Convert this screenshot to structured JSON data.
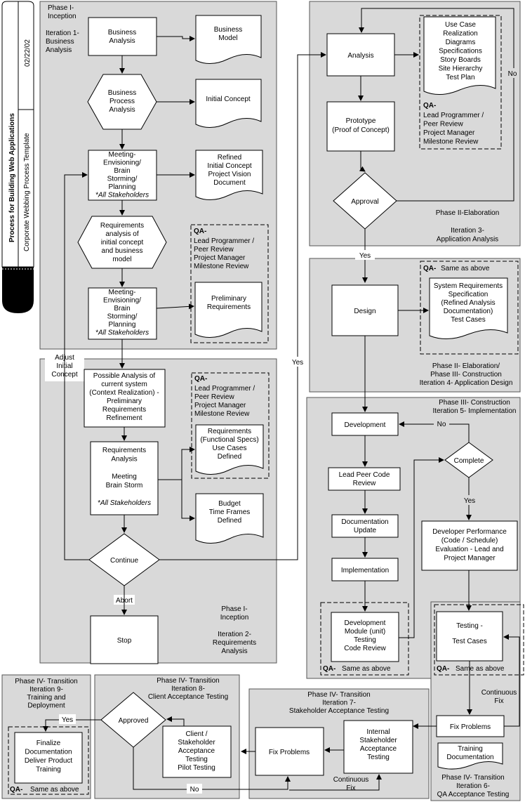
{
  "sidebar": {
    "title": "Process for Building Web Applications",
    "date": "02/22/02",
    "subtitle": "Corporate Webbing Process Template"
  },
  "phase1a": {
    "header": [
      "Phase I-",
      "Inception"
    ],
    "iteration": [
      "Iteration 1-",
      "Business",
      "Analysis"
    ],
    "business_analysis": [
      "Business",
      "Analysis"
    ],
    "business_model": [
      "Business",
      "Model"
    ],
    "business_process_analysis": [
      "Business",
      "Process",
      "Analysis"
    ],
    "initial_concept": "Initial Concept",
    "meeting1": [
      "Meeting-",
      "Envisioning/",
      "Brain",
      "Storming/",
      "Planning",
      "*All Stakeholders"
    ],
    "refined_doc": [
      "Refined",
      "Initial Concept",
      "Project Vision",
      "Document"
    ],
    "requirements_analysis": [
      "Requirements",
      "analysis of",
      "initial concept",
      "and business",
      "model"
    ],
    "qa_title": "QA-",
    "qa_lines": [
      "Lead Programmer /",
      "Peer Review",
      "Project  Manager",
      "Milestone Review"
    ],
    "meeting2": [
      "Meeting-",
      "Envisioning/",
      "Brain",
      "Storming/",
      "Planning",
      "*All Stakeholders"
    ],
    "preliminary_requirements": [
      "Preliminary",
      "Requirements"
    ]
  },
  "phase1b": {
    "adjust": [
      "Adjust",
      "Initial",
      "Concept"
    ],
    "possible_analysis": [
      "Possible Analysis of",
      "current system",
      "(Context Realization) -",
      "Preliminary",
      "Requirements",
      "Refinement"
    ],
    "qa_title": "QA-",
    "qa_lines": [
      "Lead Programmer /",
      "Peer Review",
      "Project  Manager",
      "Milestone Review"
    ],
    "requirements_doc": [
      "Requirements",
      "(Functional Specs)",
      "Use Cases",
      "Defined"
    ],
    "req_analysis_meeting": [
      "Requirements",
      "Analysis",
      "",
      "Meeting",
      "Brain Storm",
      "",
      "*All Stakeholders"
    ],
    "budget": [
      "Budget",
      "Time Frames",
      "Defined"
    ],
    "continue": "Continue",
    "abort": "Abort",
    "stop": "Stop",
    "footer": [
      "Phase I-",
      "Inception",
      "",
      "Iteration 2-",
      "Requirements",
      "Analysis"
    ]
  },
  "phase2": {
    "analysis": "Analysis",
    "usecase_doc": [
      "Use Case",
      "Realization",
      "Diagrams",
      "Specifications",
      "Story Boards",
      "Site Hierarchy",
      "Test Plan"
    ],
    "no": "No",
    "prototype": [
      "Prototype",
      "(Proof of Concept)"
    ],
    "qa_title": "QA-",
    "qa_lines": [
      "Lead Programmer /",
      "Peer Review",
      "Project Manager",
      "Milestone Review"
    ],
    "approval": "Approval",
    "footer": [
      "Phase II-Elaboration",
      "",
      "Iteration 3-",
      "Application Analysis"
    ]
  },
  "connectors": {
    "yes_approval": "Yes",
    "yes_continue": "Yes"
  },
  "phase2_3": {
    "qa_title": "QA-",
    "qa_same": "Same as above",
    "design": "Design",
    "srs_doc": [
      "System Requirements",
      "Specification",
      "(Refined Analysis",
      "Documentation)",
      "Test Cases"
    ],
    "footer": [
      "Phase II- Elaboration/",
      "Phase III- Construction",
      "Iteration 4- Application Design"
    ]
  },
  "phase3": {
    "header": [
      "Phase III- Construction",
      "Iteration 5- Implementation"
    ],
    "development": "Development",
    "no": "No",
    "complete": "Complete",
    "lead_peer": [
      "Lead Peer Code",
      "Review"
    ],
    "yes": "Yes",
    "doc_update": [
      "Documentation",
      "Update"
    ],
    "dev_perf": [
      "Developer Performance",
      "(Code / Schedule)",
      "Evaluation - Lead and",
      "Project Manager"
    ],
    "implementation": "Implementation",
    "dev_module": [
      "Development",
      "Module (unit)",
      "Testing",
      "Code Review"
    ],
    "qa_title": "QA-",
    "qa_same": "Same as above"
  },
  "phase6": {
    "testing": [
      "Testing -",
      "",
      "Test Cases"
    ],
    "qa_title": "QA-",
    "qa_same": "Same as above",
    "continuous_fix": [
      "Continuous",
      "Fix"
    ],
    "fix_problems": "Fix Problems",
    "training_doc": [
      "Training",
      "Documentation"
    ],
    "footer": [
      "Phase IV- Transition",
      "Iteration 6-",
      "QA Acceptance Testing"
    ]
  },
  "phase7": {
    "header": [
      "Phase IV- Transition",
      "Iteration 7-",
      "Stakeholder Acceptance Testing"
    ],
    "fix_problems": "Fix Problems",
    "internal_testing": [
      "Internal",
      "Stakeholder",
      "Acceptance",
      "Testing"
    ],
    "continuous_fix": [
      "Continuous",
      "Fix"
    ]
  },
  "phase8": {
    "header": [
      "Phase IV- Transition",
      "Iteration 8-",
      "Client Acceptance Testing"
    ],
    "approved": "Approved",
    "client_testing": [
      "Client /",
      "Stakeholder",
      "Acceptance",
      "Testing",
      "Pilot Testing"
    ],
    "no": "No"
  },
  "phase9": {
    "header": [
      "Phase IV- Transition",
      "Iteration 9-",
      "Training and",
      "Deployment"
    ],
    "yes": "Yes",
    "finalize": [
      "Finalize",
      "Documentation",
      "Deliver Product",
      "Training"
    ],
    "qa_title": "QA-",
    "qa_same": "Same as above"
  }
}
